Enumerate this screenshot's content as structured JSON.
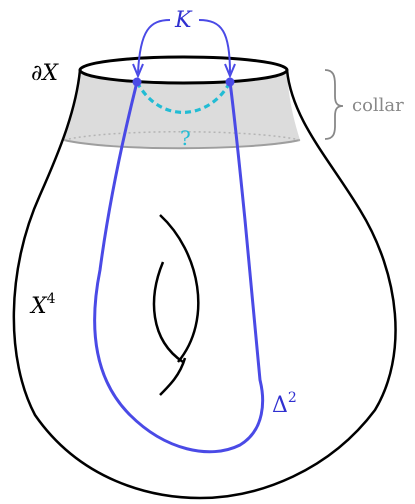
{
  "labels": {
    "boundary": "∂X",
    "knot": "K",
    "manifold": "X",
    "manifold_sup": "4",
    "disk": "Δ",
    "disk_sup": "2",
    "collar": "collar",
    "question": "?"
  },
  "colors": {
    "outline": "#000000",
    "collar_fill": "#dcdcdc",
    "collar_edge": "#9e9e9e",
    "disk": "#4a4ae6",
    "knot_label": "#3030d0",
    "question": "#22bcd4",
    "brace": "#888888"
  }
}
